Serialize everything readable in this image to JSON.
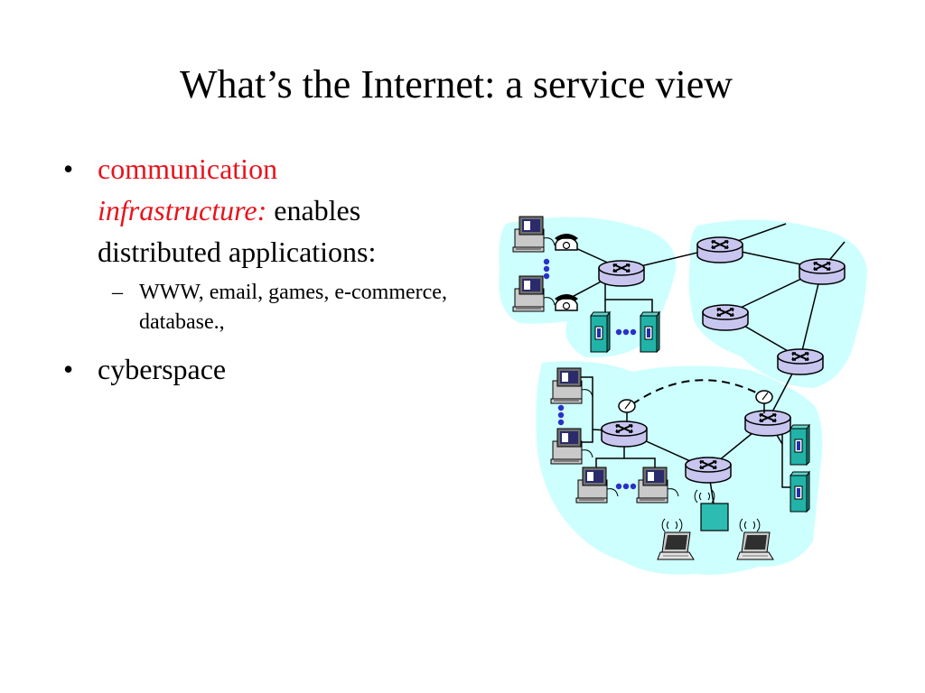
{
  "slide": {
    "title": "What’s the Internet: a service view",
    "bullets": [
      {
        "mark": "•",
        "lead_red": "communication",
        "lead_red_italic": "infrastructure:",
        "rest": "enables distributed applications:",
        "subitems": [
          {
            "mark": "–",
            "text": "WWW, email, games, e-commerce, database.,"
          }
        ]
      },
      {
        "mark": "•",
        "text": "cyberspace"
      }
    ]
  },
  "diagram": {
    "elements": [
      "host-computer",
      "telephone",
      "router",
      "server",
      "satellite-dish",
      "wireless-base-station",
      "wireless-laptop"
    ],
    "colors": {
      "network_cloud": "#ccfffe",
      "router_body": "#c8c6ef",
      "server_body": "#21b3a7",
      "base_station": "#2dbcb2",
      "ellipsis_dots": "#2a2fc9"
    }
  }
}
